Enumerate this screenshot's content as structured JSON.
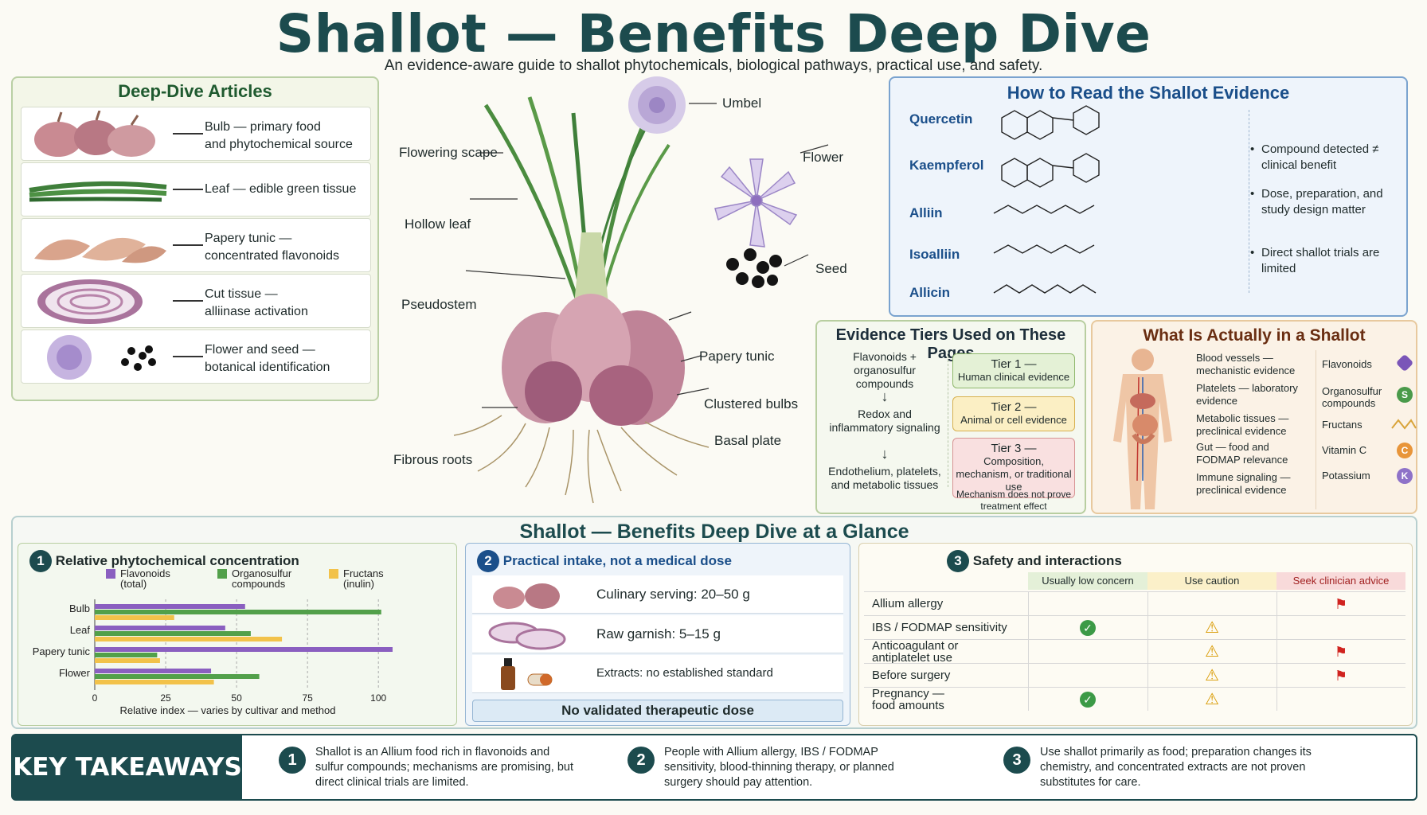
{
  "header": {
    "title": "Shallot — Benefits Deep Dive",
    "subtitle": "An evidence-aware guide to shallot phytochemicals, biological pathways, practical use, and safety."
  },
  "articles": {
    "title": "Deep-Dive Articles",
    "items": [
      {
        "label": "Bulb — primary food",
        "label2": "and phytochemical source"
      },
      {
        "label": "Leaf — edible green tissue",
        "label2": ""
      },
      {
        "label": "Papery tunic —",
        "label2": "concentrated flavonoids"
      },
      {
        "label": "Cut tissue —",
        "label2": "alliinase activation"
      },
      {
        "label": "Flower and seed —",
        "label2": "botanical identification"
      }
    ]
  },
  "plant": {
    "labels": {
      "umbel": "Umbel",
      "flower": "Flower",
      "seed": "Seed",
      "flowering_scape": "Flowering scape",
      "hollow_leaf": "Hollow leaf",
      "pseudostem": "Pseudostem",
      "papery_tunic": "Papery tunic",
      "clustered_bulbs": "Clustered bulbs",
      "basal_plate": "Basal plate",
      "fibrous_roots": "Fibrous roots"
    }
  },
  "evidence": {
    "title": "How to Read the Shallot Evidence",
    "compounds": [
      "Quercetin",
      "Kaempferol",
      "Alliin",
      "Isoalliin",
      "Allicin"
    ],
    "notes": [
      "Compound detected ≠ clinical benefit",
      "Dose, preparation, and study design matter",
      "Direct shallot trials are limited"
    ]
  },
  "tiers": {
    "title": "Evidence Tiers Used on These Pages",
    "flow": [
      "Flavonoids + organosulfur compounds",
      "Redox and inflammatory signaling",
      "Endothelium, platelets, and metabolic tissues"
    ],
    "boxes": [
      {
        "head": "Tier 1 —",
        "body": "Human clinical evidence",
        "color": "#e4f1d6",
        "border": "#8fb86c"
      },
      {
        "head": "Tier 2 —",
        "body": "Animal or cell evidence",
        "color": "#fbefc4",
        "border": "#d7b14f"
      },
      {
        "head": "Tier 3 —",
        "body": "Composition, mechanism, or traditional use",
        "color": "#f9e0e0",
        "border": "#d79494"
      }
    ],
    "note": "Mechanism does not prove treatment effect"
  },
  "inside": {
    "title": "What Is Actually in a Shallot",
    "organs": [
      "Blood vessels — mechanistic evidence",
      "Platelets — laboratory evidence",
      "Metabolic tissues — preclinical evidence",
      "Gut — food and FODMAP relevance",
      "Immune signaling — preclinical evidence"
    ],
    "components": [
      {
        "name": "Flavonoids",
        "badge": "",
        "color": "#7a55b8"
      },
      {
        "name": "Organosulfur compounds",
        "badge": "S",
        "color": "#4a9a4a"
      },
      {
        "name": "Fructans",
        "badge": "",
        "color": "#d9a43a"
      },
      {
        "name": "Vitamin C",
        "badge": "C",
        "color": "#e8953a"
      },
      {
        "name": "Potassium",
        "badge": "K",
        "color": "#8e72c8"
      }
    ]
  },
  "glance": {
    "title": "Shallot — Benefits Deep Dive at a Glance",
    "concentration": {
      "number": "1",
      "title": "Relative phytochemical concentration"
    },
    "intake": {
      "number": "2",
      "title": "Practical intake, not a medical dose",
      "rows": [
        "Culinary serving: 20–50 g",
        "Raw garnish: 5–15 g",
        "Extracts: no established standard"
      ],
      "footer": "No validated therapeutic dose"
    },
    "safety": {
      "number": "3",
      "title": "Safety and interactions",
      "columns": [
        "Usually low concern",
        "Use caution",
        "Seek clinician advice"
      ],
      "rows": [
        {
          "label": "Allium allergy",
          "label2": "",
          "marks": [
            "",
            "",
            "flag"
          ]
        },
        {
          "label": "IBS / FODMAP sensitivity",
          "label2": "",
          "marks": [
            "check",
            "warn",
            ""
          ]
        },
        {
          "label": "Anticoagulant or",
          "label2": "antiplatelet use",
          "marks": [
            "",
            "warn",
            "flag"
          ]
        },
        {
          "label": "Before surgery",
          "label2": "",
          "marks": [
            "",
            "warn",
            "flag"
          ]
        },
        {
          "label": "Pregnancy —",
          "label2": "food amounts",
          "marks": [
            "check",
            "warn",
            ""
          ]
        }
      ]
    }
  },
  "chart_data": {
    "type": "bar",
    "categories": [
      "Bulb",
      "Leaf",
      "Papery tunic",
      "Flower"
    ],
    "series": [
      {
        "name": "Flavonoids (total)",
        "color": "#8a5fc0",
        "values": [
          53,
          46,
          105,
          41
        ]
      },
      {
        "name": "Organosulfur compounds",
        "color": "#52a04a",
        "values": [
          101,
          55,
          22,
          58
        ]
      },
      {
        "name": "Fructans (inulin)",
        "color": "#f2c24a",
        "values": [
          28,
          66,
          23,
          42
        ]
      }
    ],
    "xlabel": "Relative index — varies by cultivar and method",
    "xlim": [
      0,
      105
    ],
    "xticks": [
      0,
      25,
      50,
      75,
      100
    ],
    "grid": true
  },
  "takeaways": {
    "label": "KEY TAKEAWAYS",
    "items": [
      {
        "number": "1",
        "text": "Shallot is an Allium food rich in flavonoids and sulfur compounds; mechanisms are promising, but direct clinical trials are limited."
      },
      {
        "number": "2",
        "text": "People with Allium allergy, IBS / FODMAP sensitivity, blood-thinning therapy, or planned surgery should pay attention."
      },
      {
        "number": "3",
        "text": "Use shallot primarily as food; preparation changes its chemistry, and concentrated extracts are not proven substitutes for care."
      }
    ]
  }
}
